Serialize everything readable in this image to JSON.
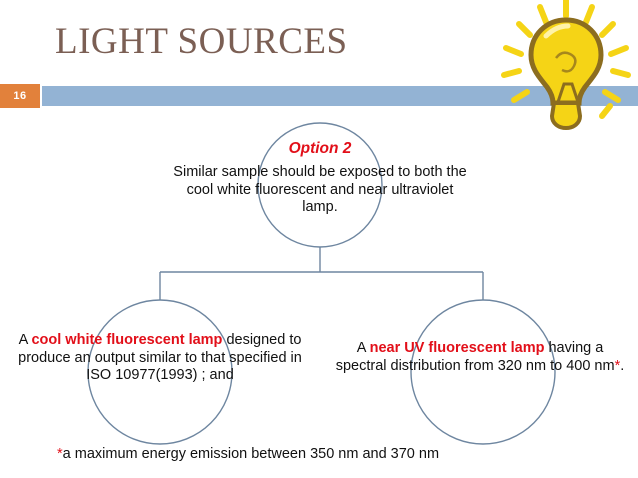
{
  "slide": {
    "title": "LIGHT SOURCES",
    "page_number": "16",
    "colors": {
      "title": "#7B5F54",
      "header_bar": "#93B3D4",
      "badge": "#E2813B",
      "accent_red": "#E20F19",
      "outline": "#6E86A0",
      "bulb_fill": "#F5D416",
      "bulb_outline": "#8C6D1F"
    }
  },
  "decor": {
    "bulb_icon": "lightbulb-icon",
    "bulb_rays": 12
  },
  "diagram": {
    "top_node": {
      "option_label": "Option 2",
      "body": "Similar sample should be exposed to both the cool white fluorescent and near ultraviolet lamp."
    },
    "left_node": {
      "prefix": "A ",
      "highlight": "cool white fluorescent lamp",
      "body": " designed to produce an output similar to that specified in ISO 10977(1993) ; and"
    },
    "right_node": {
      "prefix": "A ",
      "highlight": "near UV fluorescent lamp",
      "body_before": " having a spectral distribution from 320 nm to 400 nm",
      "star": "*",
      "body_after": "."
    }
  },
  "footnote": {
    "star": "*",
    "text": "a maximum energy emission between 350 nm and 370 nm"
  }
}
